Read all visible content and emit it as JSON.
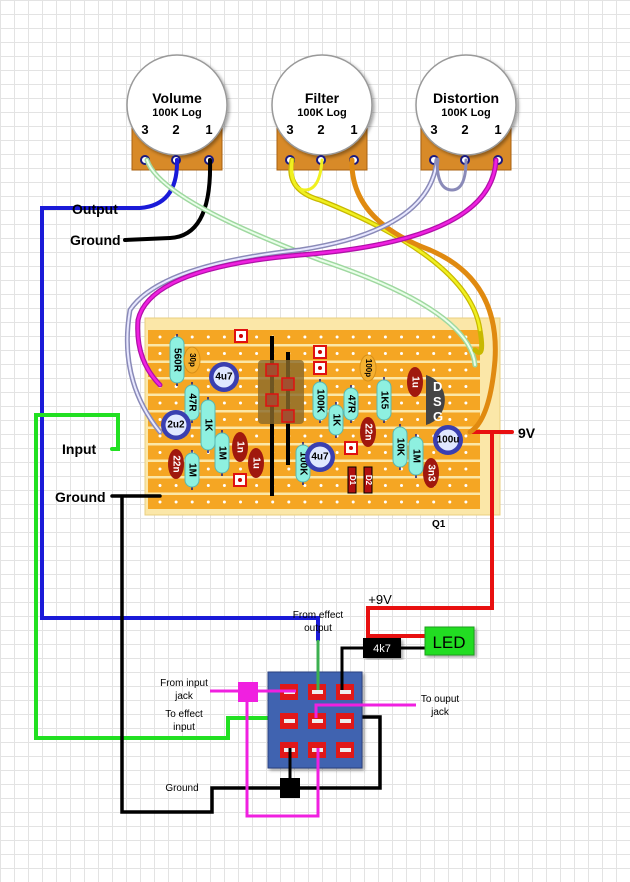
{
  "pots": [
    {
      "name": "Volume",
      "value": "100K Log",
      "lugs": [
        "3",
        "2",
        "1"
      ]
    },
    {
      "name": "Filter",
      "value": "100K Log",
      "lugs": [
        "3",
        "2",
        "1"
      ]
    },
    {
      "name": "Distortion",
      "value": "100K Log",
      "lugs": [
        "3",
        "2",
        "1"
      ]
    }
  ],
  "labels": {
    "output": "Output",
    "ground_top": "Ground",
    "input": "Input",
    "ground_board": "Ground",
    "v9": "9V",
    "q1": "Q1",
    "plus9v": "+9V",
    "led": "LED",
    "r4k7": "4k7",
    "from_effect_output": [
      "From effect",
      "output"
    ],
    "from_input_jack": [
      "From input",
      "jack"
    ],
    "to_effect_input": [
      "To effect",
      "input"
    ],
    "to_output_jack": [
      "To ouput",
      "jack"
    ],
    "ground_switch": "Ground",
    "jfet": [
      "D",
      "S",
      "G"
    ]
  },
  "components": [
    {
      "label": "560R",
      "type": "resistor"
    },
    {
      "label": "30p",
      "type": "ceramic"
    },
    {
      "label": "4u7",
      "type": "electrolytic"
    },
    {
      "label": "47R",
      "type": "resistor"
    },
    {
      "label": "2u2",
      "type": "electrolytic"
    },
    {
      "label": "1K",
      "type": "resistor"
    },
    {
      "label": "1M",
      "type": "resistor"
    },
    {
      "label": "1n",
      "type": "film"
    },
    {
      "label": "1u",
      "type": "film"
    },
    {
      "label": "22n",
      "type": "film"
    },
    {
      "label": "1M",
      "type": "resistor"
    },
    {
      "label": "100K",
      "type": "resistor"
    },
    {
      "label": "1K",
      "type": "resistor"
    },
    {
      "label": "47R",
      "type": "resistor"
    },
    {
      "label": "100p",
      "type": "ceramic"
    },
    {
      "label": "1K5",
      "type": "resistor"
    },
    {
      "label": "22n",
      "type": "film"
    },
    {
      "label": "100K",
      "type": "resistor"
    },
    {
      "label": "4u7",
      "type": "electrolytic"
    },
    {
      "label": "D1",
      "type": "diode"
    },
    {
      "label": "D2",
      "type": "diode"
    },
    {
      "label": "10K",
      "type": "resistor"
    },
    {
      "label": "1M",
      "type": "resistor"
    },
    {
      "label": "1u",
      "type": "film"
    },
    {
      "label": "3n3",
      "type": "film"
    },
    {
      "label": "100u",
      "type": "electrolytic"
    }
  ],
  "colors": {
    "board": "#f5a623",
    "strip_gap": "#fbe39a",
    "resistor": "#8ef0e0",
    "film": "#a0180e",
    "electrolytic": "#3a3fb0",
    "wire_blue": "#1a1ad8",
    "wire_green": "#22e022",
    "wire_red": "#e81010",
    "wire_magenta": "#f020e0",
    "wire_yellow": "#f0f020",
    "wire_orange": "#e08a10",
    "switch": "#3f63b0",
    "led": "#22dd22"
  }
}
